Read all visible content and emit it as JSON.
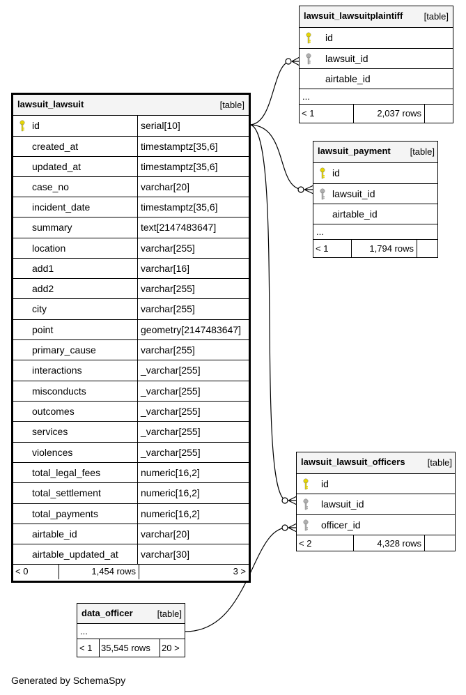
{
  "caption": "Generated by SchemaSpy",
  "lawsuit_lawsuit": {
    "name": "lawsuit_lawsuit",
    "type": "[table]",
    "columns": [
      {
        "name": "id",
        "type": "serial[10]",
        "key": "primary"
      },
      {
        "name": "created_at",
        "type": "timestamptz[35,6]",
        "key": "none"
      },
      {
        "name": "updated_at",
        "type": "timestamptz[35,6]",
        "key": "none"
      },
      {
        "name": "case_no",
        "type": "varchar[20]",
        "key": "none"
      },
      {
        "name": "incident_date",
        "type": "timestamptz[35,6]",
        "key": "none"
      },
      {
        "name": "summary",
        "type": "text[2147483647]",
        "key": "none"
      },
      {
        "name": "location",
        "type": "varchar[255]",
        "key": "none"
      },
      {
        "name": "add1",
        "type": "varchar[16]",
        "key": "none"
      },
      {
        "name": "add2",
        "type": "varchar[255]",
        "key": "none"
      },
      {
        "name": "city",
        "type": "varchar[255]",
        "key": "none"
      },
      {
        "name": "point",
        "type": "geometry[2147483647]",
        "key": "none"
      },
      {
        "name": "primary_cause",
        "type": "varchar[255]",
        "key": "none"
      },
      {
        "name": "interactions",
        "type": "_varchar[255]",
        "key": "none"
      },
      {
        "name": "misconducts",
        "type": "_varchar[255]",
        "key": "none"
      },
      {
        "name": "outcomes",
        "type": "_varchar[255]",
        "key": "none"
      },
      {
        "name": "services",
        "type": "_varchar[255]",
        "key": "none"
      },
      {
        "name": "violences",
        "type": "_varchar[255]",
        "key": "none"
      },
      {
        "name": "total_legal_fees",
        "type": "numeric[16,2]",
        "key": "none"
      },
      {
        "name": "total_settlement",
        "type": "numeric[16,2]",
        "key": "none"
      },
      {
        "name": "total_payments",
        "type": "numeric[16,2]",
        "key": "none"
      },
      {
        "name": "airtable_id",
        "type": "varchar[20]",
        "key": "none"
      },
      {
        "name": "airtable_updated_at",
        "type": "varchar[30]",
        "key": "none"
      }
    ],
    "parents": "< 0",
    "rows": "1,454 rows",
    "children": "3 >"
  },
  "lawsuit_lawsuitplaintiff": {
    "name": "lawsuit_lawsuitplaintiff",
    "type": "[table]",
    "columns": [
      {
        "name": "id",
        "key": "primary"
      },
      {
        "name": "lawsuit_id",
        "key": "foreign"
      },
      {
        "name": "airtable_id",
        "key": "none"
      }
    ],
    "more": "...",
    "parents": "< 1",
    "rows": "2,037 rows",
    "children": ""
  },
  "lawsuit_payment": {
    "name": "lawsuit_payment",
    "type": "[table]",
    "columns": [
      {
        "name": "id",
        "key": "primary"
      },
      {
        "name": "lawsuit_id",
        "key": "foreign"
      },
      {
        "name": "airtable_id",
        "key": "none"
      }
    ],
    "more": "...",
    "parents": "< 1",
    "rows": "1,794 rows",
    "children": ""
  },
  "lawsuit_lawsuit_officers": {
    "name": "lawsuit_lawsuit_officers",
    "type": "[table]",
    "columns": [
      {
        "name": "id",
        "key": "primary"
      },
      {
        "name": "lawsuit_id",
        "key": "foreign"
      },
      {
        "name": "officer_id",
        "key": "foreign"
      }
    ],
    "parents": "< 2",
    "rows": "4,328 rows",
    "children": ""
  },
  "data_officer": {
    "name": "data_officer",
    "type": "[table]",
    "more": "...",
    "parents": "< 1",
    "rows": "35,545 rows",
    "children": "20 >"
  },
  "colors": {
    "header_bg": "#f4f4f4",
    "primary_key": "#e8d800",
    "foreign_key": "#b0b0b0",
    "line": "#000000"
  }
}
